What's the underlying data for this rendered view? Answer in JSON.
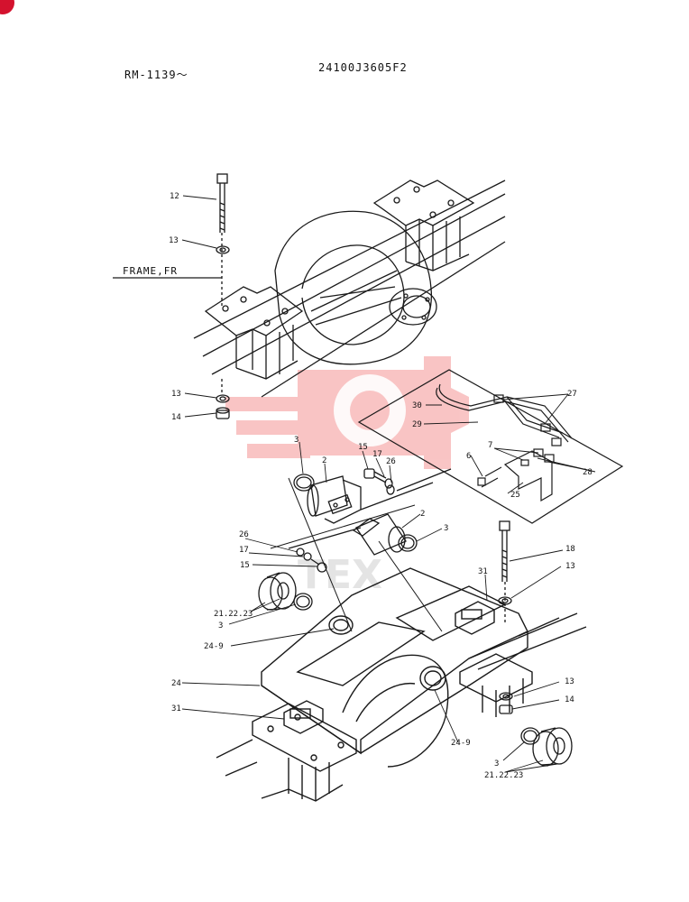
{
  "header": {
    "serial_range": "RM-1139～",
    "part_number": "24100J3605F2"
  },
  "frame_label": "FRAME,FR",
  "watermark": {
    "text": "TEX",
    "color": "#ee5a5a",
    "pale_color": "#e6e6e6"
  },
  "callouts": [
    "12",
    "13",
    "13",
    "14",
    "3",
    "2",
    "15",
    "17",
    "26",
    "30",
    "29",
    "27",
    "7",
    "6",
    "28",
    "25",
    "2",
    "3",
    "26",
    "17",
    "15",
    "21.22.23",
    "3",
    "24-9",
    "31",
    "18",
    "13",
    "24",
    "31",
    "13",
    "14",
    "24-9",
    "3",
    "21.22.23"
  ],
  "accent_color": "#d4122e"
}
